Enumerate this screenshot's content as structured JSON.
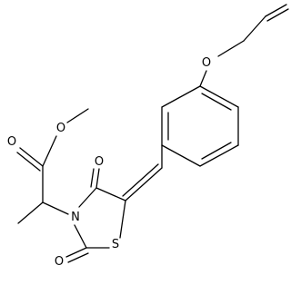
{
  "molecule": {
    "atoms": {
      "o_ether": "O",
      "o_ester_single": "O",
      "o_ester_double": "O",
      "n_ring": "N",
      "o_c4": "O",
      "o_c2": "O",
      "s_ring": "S"
    }
  }
}
